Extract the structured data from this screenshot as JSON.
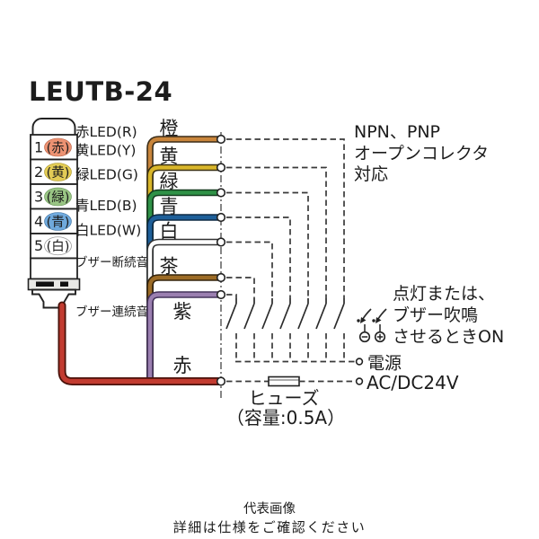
{
  "title": "LEUTB-24",
  "tower": {
    "segments": [
      {
        "num": "1",
        "paren": "(赤)",
        "color": "#EC9272"
      },
      {
        "num": "2",
        "paren": "(黄)",
        "color": "#E2CB55"
      },
      {
        "num": "3",
        "paren": "(緑)",
        "color": "#99C584"
      },
      {
        "num": "4",
        "paren": "(青)",
        "color": "#6FA9DC"
      },
      {
        "num": "5",
        "paren": "(白)",
        "color": "#FFFFFF"
      }
    ]
  },
  "wire_function_labels": [
    "赤LED(R)",
    "黄LED(Y)",
    "緑LED(G)",
    "青LED(B)",
    "白LED(W)",
    "ブザー断続音",
    "ブザー連続音"
  ],
  "wire_color_labels": [
    "橙",
    "黄",
    "緑",
    "青",
    "白",
    "茶",
    "紫",
    "赤"
  ],
  "colors": {
    "orange": "#C9853B",
    "yellow": "#D9B62A",
    "green": "#2F9247",
    "blue": "#1E5F99",
    "white": "#FFFFFF",
    "brown": "#9C6B26",
    "purple": "#9B7FB0",
    "red": "#C23B30"
  },
  "notes": {
    "compat_line1": "NPN、PNP",
    "compat_line2": "オープンコレクタ",
    "compat_line3": "対応",
    "on_line1": "点灯または、",
    "on_line2": "ブザー吹鳴",
    "on_line3": "させるときON"
  },
  "power": {
    "label": "電源",
    "voltage": "AC/DC24V"
  },
  "fuse": {
    "label": "ヒューズ",
    "capacity": "（容量:0.5A）"
  },
  "footer": {
    "line1": "代表画像",
    "line2": "詳細は仕様をご確認ください"
  }
}
